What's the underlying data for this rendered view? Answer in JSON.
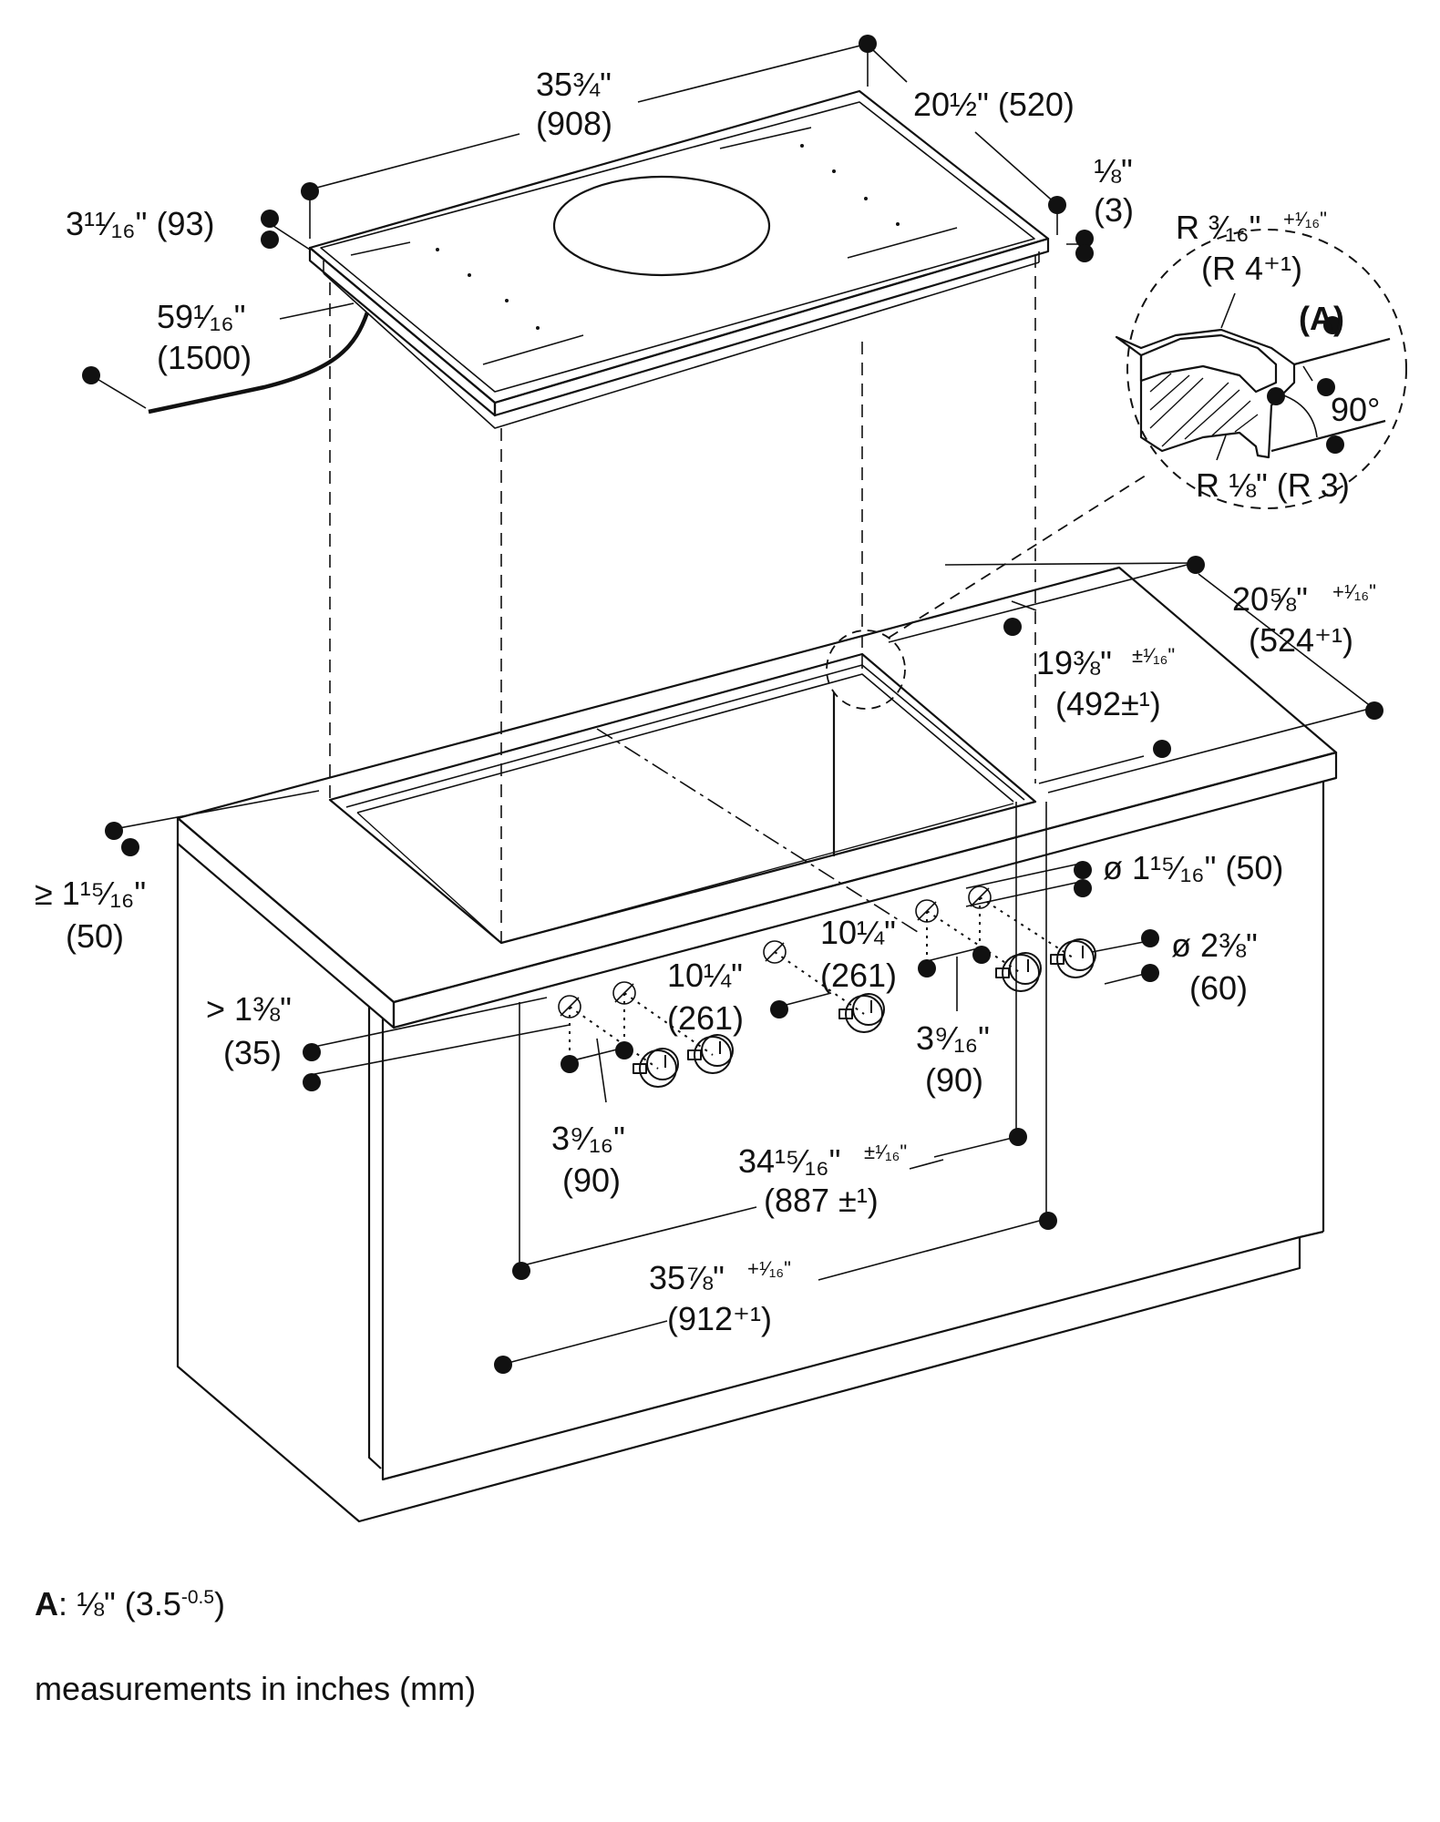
{
  "dimensions": {
    "width_in": "35¾\"",
    "width_mm": "(908)",
    "depth_in": "20½\" (520)",
    "frame_in": "⅛\"",
    "frame_mm": "(3)",
    "height_in": "3¹¹⁄₁₆\" (93)",
    "cable_in": "59¹⁄₁₆\"",
    "cable_mm": "(1500)",
    "edge_in": "≥ 1¹⁵⁄₁₆\"",
    "edge_mm": "(50)",
    "front_in": "> 1⅜\"",
    "front_mm": "(35)",
    "cutout_depth_outer_in": "20⅝\"",
    "cutout_depth_outer_tol": "+¹⁄₁₆\"",
    "cutout_depth_outer_mm": "(524⁺¹)",
    "cutout_depth_inner_in": "19⅜\"",
    "cutout_depth_inner_tol": "±¹⁄₁₆\"",
    "cutout_depth_inner_mm": "(492±¹)",
    "knob_small_in": "ø 1¹⁵⁄₁₆\" (50)",
    "knob_large_in": "ø 2⅜\"",
    "knob_large_mm": "(60)",
    "spacing_left_in": "10¼\"",
    "spacing_left_mm": "(261)",
    "spacing_right_in": "10¼\"",
    "spacing_right_mm": "(261)",
    "knob_offset_left_in": "3⁹⁄₁₆\"",
    "knob_offset_left_mm": "(90)",
    "knob_offset_right_in": "3⁹⁄₁₆\"",
    "knob_offset_right_mm": "(90)",
    "cutout_width_inner_in": "34¹⁵⁄₁₆\"",
    "cutout_width_inner_tol": "±¹⁄₁₆\"",
    "cutout_width_inner_mm": "(887 ±¹)",
    "cutout_width_outer_in": "35⅞\"",
    "cutout_width_outer_tol": "+¹⁄₁₆\"",
    "cutout_width_outer_mm": "(912⁺¹)"
  },
  "detail": {
    "radius_top": "R ³⁄₁₆\"",
    "radius_top_tol": "+¹⁄₁₆\"",
    "radius_top_mm": "(R 4⁺¹)",
    "label_a": "(A)",
    "angle": "90°",
    "radius_bottom": "R ⅛\" (R 3)"
  },
  "notes": {
    "a_label": "A",
    "a_text": ": ⅛\" (3.5",
    "a_sup": "-0.5",
    "a_close": ")",
    "units": "measurements in inches (mm)"
  }
}
